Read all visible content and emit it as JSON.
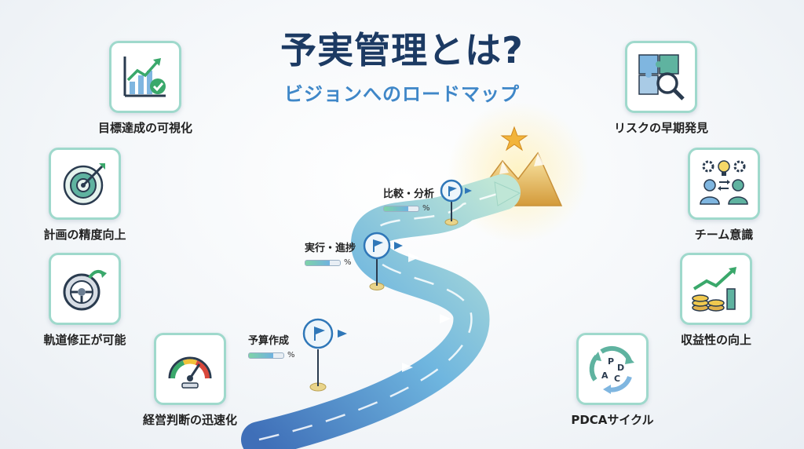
{
  "title": "予実管理とは?",
  "subtitle": "ビジョンへのロードマップ",
  "features_left": [
    {
      "label": "目標達成の可視化",
      "icon": "growth-chart-check-icon"
    },
    {
      "label": "計画の精度向上",
      "icon": "target-arrow-icon"
    },
    {
      "label": "軌道修正が可能",
      "icon": "steering-wheel-icon"
    },
    {
      "label": "経営判断の迅速化",
      "icon": "speedometer-icon"
    }
  ],
  "features_right": [
    {
      "label": "リスクの早期発見",
      "icon": "puzzle-magnifier-icon"
    },
    {
      "label": "チーム意識",
      "icon": "team-gears-icon"
    },
    {
      "label": "収益性の向上",
      "icon": "coins-growth-icon"
    },
    {
      "label": "PDCAサイクル",
      "icon": "pdca-cycle-icon"
    }
  ],
  "pdca_letters": [
    "P",
    "D",
    "C",
    "A"
  ],
  "milestones": [
    {
      "label": "予算作成",
      "percent_symbol": "%",
      "progress": 0.7
    },
    {
      "label": "実行・進捗",
      "percent_symbol": "%",
      "progress": 0.7
    },
    {
      "label": "比較・分析",
      "percent_symbol": "%",
      "progress": 0.7
    }
  ],
  "colors": {
    "title": "#1c3a63",
    "subtitle": "#3f87c8",
    "icon_border": "#9fd9cc",
    "road": "#7ab8dc",
    "mountain": "#e2b24a"
  }
}
